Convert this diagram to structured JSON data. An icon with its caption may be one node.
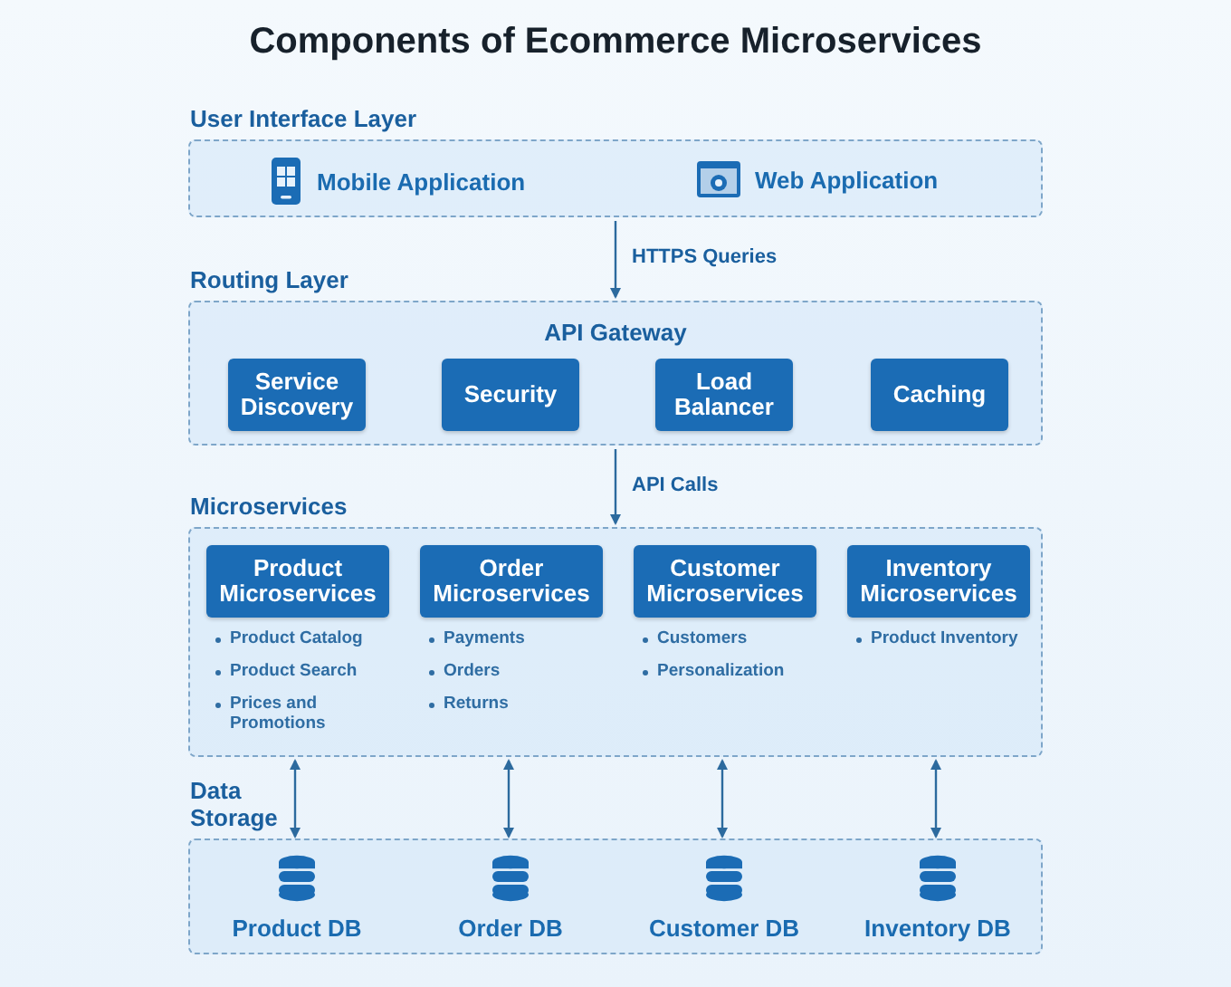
{
  "diagram": {
    "title": "Components of Ecommerce Microservices",
    "nodes": [
      {
        "text": [
          "User Interface Layer"
        ]
      },
      {
        "text": [
          "Mobile Application"
        ],
        "in": 0
      },
      {
        "text": [
          "Web Application"
        ],
        "in": 0
      },
      {
        "text": [
          "Routing Layer",
          "API Gateway"
        ]
      },
      {
        "text": [
          "Service Discovery"
        ],
        "in": 3
      },
      {
        "text": [
          "Security"
        ],
        "in": 3
      },
      {
        "text": [
          "Load Balancer"
        ],
        "in": 3
      },
      {
        "text": [
          "Caching"
        ],
        "in": 3
      },
      {
        "text": [
          "Microservices"
        ]
      },
      {
        "text": [
          "Product Microservices"
        ],
        "in": 8,
        "beside": [
          "Product Catalog",
          "Product Search",
          "Prices and Promotions"
        ]
      },
      {
        "text": [
          "Order Microservices"
        ],
        "in": 8,
        "beside": [
          "Payments",
          "Orders",
          "Returns"
        ]
      },
      {
        "text": [
          "Customer Microservices"
        ],
        "in": 8,
        "beside": [
          "Customers",
          "Personalization"
        ]
      },
      {
        "text": [
          "Inventory Microservices"
        ],
        "in": 8,
        "beside": [
          "Product Inventory"
        ]
      },
      {
        "text": [
          "Data Storage"
        ]
      },
      {
        "text": [
          "Product DB"
        ],
        "in": 13
      },
      {
        "text": [
          "Order DB"
        ],
        "in": 13
      },
      {
        "text": [
          "Customer DB"
        ],
        "in": 13
      },
      {
        "text": [
          "Inventory DB"
        ],
        "in": 13
      }
    ],
    "edges": [
      {
        "from": 0,
        "to": 3,
        "arrow": "to",
        "label": "HTTPS Queries"
      },
      {
        "from": 3,
        "to": 8,
        "arrow": "to",
        "label": "API Calls"
      },
      {
        "from": 8,
        "to": 14,
        "arrow": "both"
      },
      {
        "from": 8,
        "to": 15,
        "arrow": "both"
      },
      {
        "from": 8,
        "to": 16,
        "arrow": "both"
      },
      {
        "from": 8,
        "to": 17,
        "arrow": "both"
      }
    ]
  }
}
